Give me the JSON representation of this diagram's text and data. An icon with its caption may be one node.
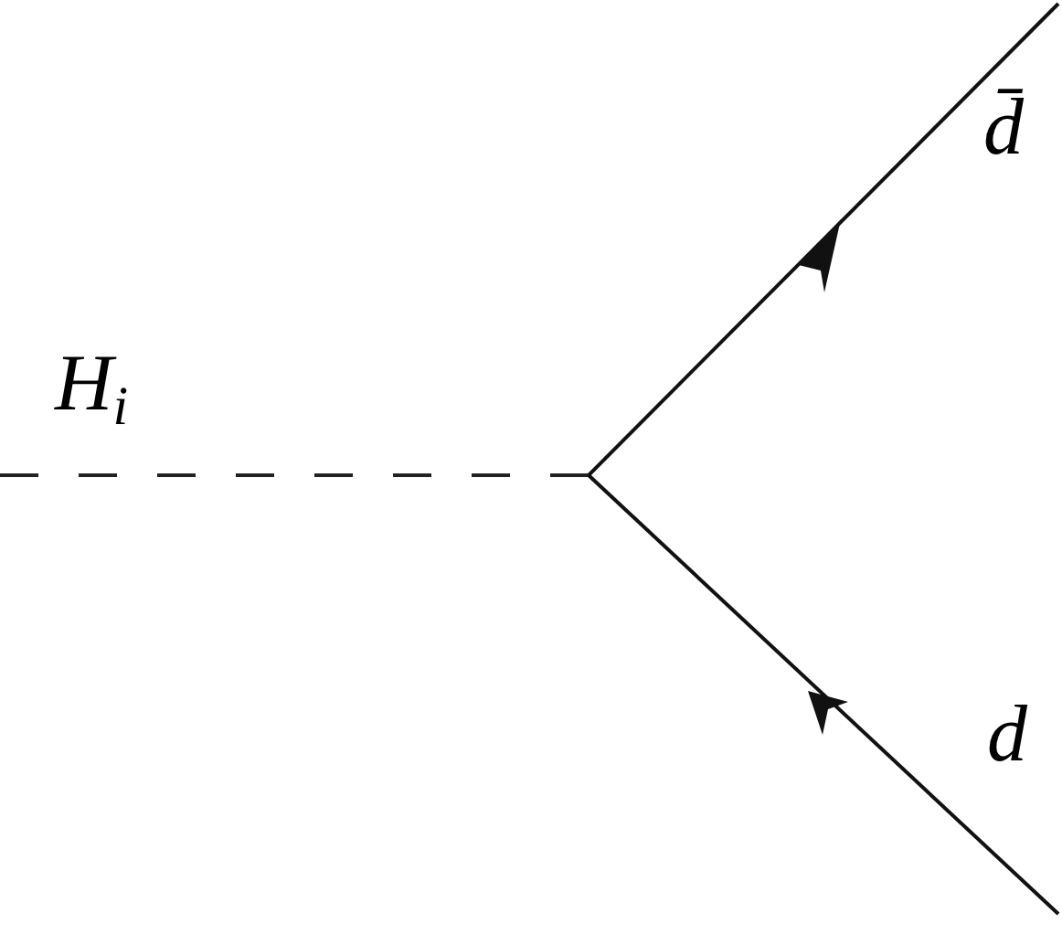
{
  "diagram": {
    "labels": [
      "H$_{i}$",
      "d̄",
      "d"
    ]
  }
}
